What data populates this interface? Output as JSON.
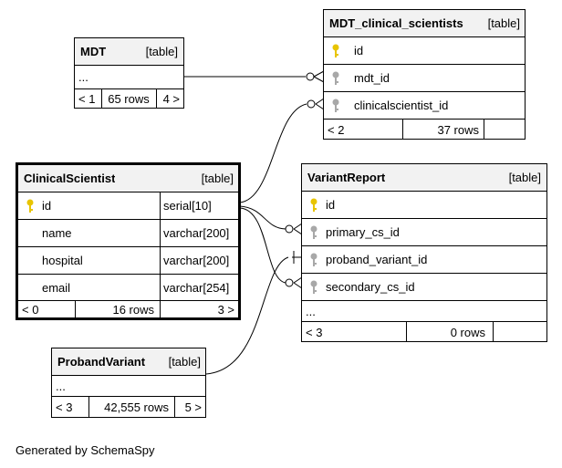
{
  "colors": {
    "primary_key": "#e8c400",
    "foreign_key": "#a8a8a8",
    "header_bg": "#f2f2f2"
  },
  "mdt": {
    "name": "MDT",
    "type": "[table]",
    "ellipsis": "...",
    "nav_prev": "< 1",
    "rows": "65 rows",
    "nav_next": "4 >"
  },
  "mdt_cs": {
    "name": "MDT_clinical_scientists",
    "type": "[table]",
    "columns": [
      "id",
      "mdt_id",
      "clinicalscientist_id"
    ],
    "nav_prev": "< 2",
    "rows": "37 rows"
  },
  "clinical_scientist": {
    "name": "ClinicalScientist",
    "type": "[table]",
    "columns": [
      {
        "name": "id",
        "type": "serial[10]"
      },
      {
        "name": "name",
        "type": "varchar[200]"
      },
      {
        "name": "hospital",
        "type": "varchar[200]"
      },
      {
        "name": "email",
        "type": "varchar[254]"
      }
    ],
    "nav_prev": "< 0",
    "rows": "16 rows",
    "nav_next": "3 >"
  },
  "variant_report": {
    "name": "VariantReport",
    "type": "[table]",
    "columns": [
      "id",
      "primary_cs_id",
      "proband_variant_id",
      "secondary_cs_id"
    ],
    "ellipsis": "...",
    "nav_prev": "< 3",
    "rows": "0 rows"
  },
  "proband_variant": {
    "name": "ProbandVariant",
    "type": "[table]",
    "ellipsis": "...",
    "nav_prev": "< 3",
    "rows": "42,555 rows",
    "nav_next": "5 >"
  },
  "footer": "Generated by SchemaSpy"
}
